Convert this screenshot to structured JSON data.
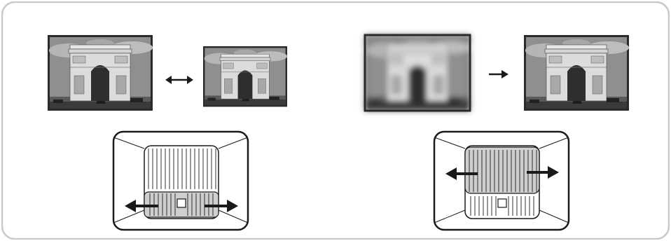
{
  "diagram": {
    "frame_color": "#c9c9c9",
    "left_panel": {
      "relation": "double-arrow",
      "upper_image": "arc-de-triomphe-photo",
      "lower_image": "arc-de-triomphe-photo-smaller",
      "dial": "zoom-ring",
      "dial_action": "rotate-left-right"
    },
    "right_panel": {
      "relation": "right-arrow",
      "upper_image": "arc-de-triomphe-photo-blurred",
      "lower_image": "arc-de-triomphe-photo-sharp",
      "dial": "focus-ring",
      "dial_action": "rotate-left-right"
    },
    "colors": {
      "line": "#1a1a1a",
      "ring_fill": "#cfcfcf",
      "sky": "#9a9a9a",
      "monument": "#d9d9d9"
    }
  }
}
